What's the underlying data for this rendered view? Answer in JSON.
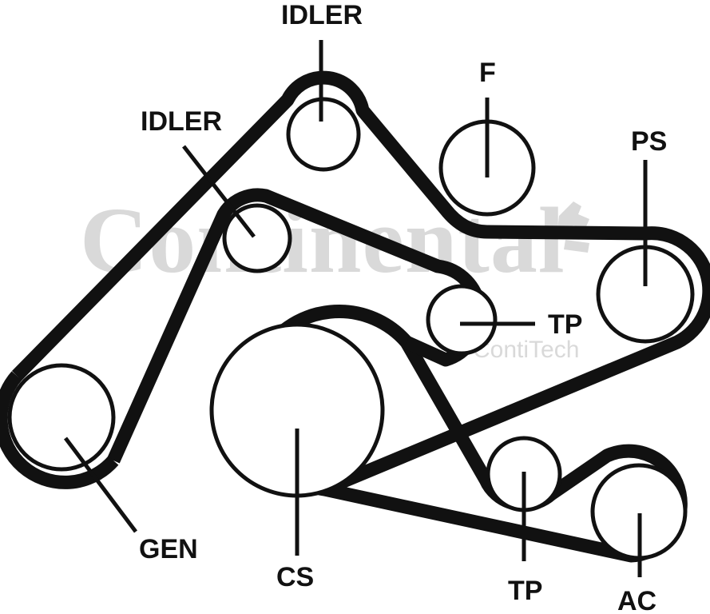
{
  "watermark": {
    "brand": "Continental",
    "division": "ContiTech",
    "color": "#d9d9d9"
  },
  "labels": {
    "idler_top": "IDLER",
    "idler_left": "IDLER",
    "fan": "F",
    "power_steering": "PS",
    "tensioner_upper": "TP",
    "tensioner_lower": "TP",
    "generator": "GEN",
    "crankshaft": "CS",
    "air_conditioning": "AC"
  },
  "colors": {
    "ink": "#111111",
    "background": "#ffffff"
  }
}
